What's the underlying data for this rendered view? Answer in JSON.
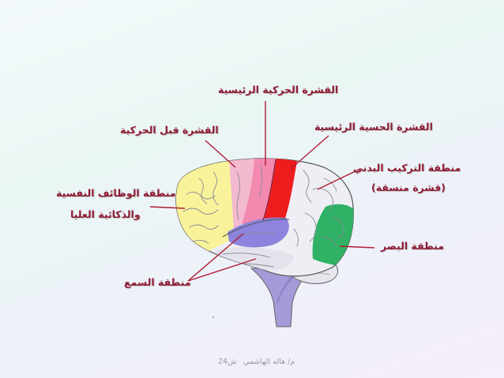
{
  "labels": {
    "primary_motor_cortex": "القشرة الحركية الرئيسية",
    "premotor_cortex": "القشرة قبل الحركية",
    "primary_sensory_cortex": "القشرة الحسية الرئيسية",
    "somatosensory_association_line1": "منطقة التركيب البدني",
    "somatosensory_association_line2": "(قشرة منسقة)",
    "prefrontal_line1": "منطقة الوظائف النفسية",
    "prefrontal_line2": "والذكائية العليا",
    "visual_area": "منطقة البصر",
    "auditory_area": "منطقة السمع"
  },
  "footer": {
    "author": "م/ هاله الهاشمي",
    "page": "ش24"
  },
  "colors": {
    "label_text": "#8e1b34",
    "leader_line": "#b01c33",
    "prefrontal": "#f8f39b",
    "premotor": "#f2b9cf",
    "motor": "#f28ab0",
    "sensory": "#ee1c1c",
    "visual": "#2fb265",
    "auditory": "#8c84dd",
    "brainstem": "#a79ad8",
    "cerebellum": "#e6e6ec"
  }
}
